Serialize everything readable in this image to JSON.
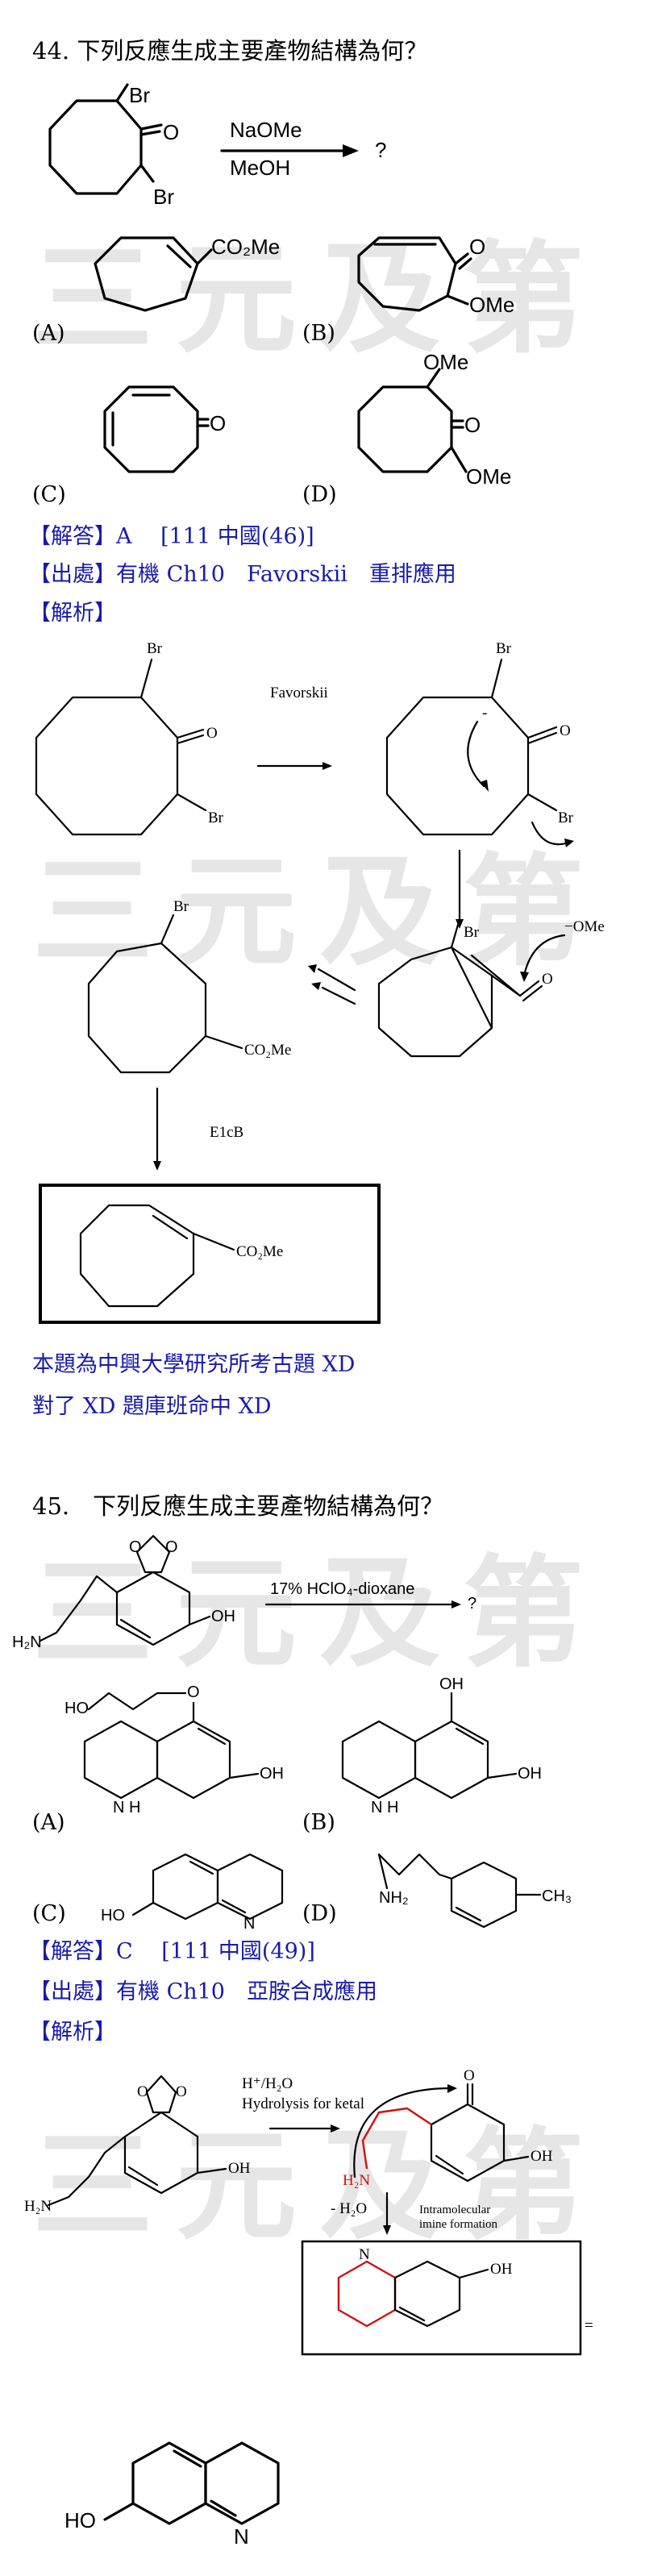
{
  "watermark": "三元及第",
  "q44": {
    "title": "44. 下列反應生成主要產物結構為何？",
    "reagent_top": "NaOMe",
    "reagent_bottom": "MeOH",
    "product_unknown": "?",
    "sub_br1": "Br",
    "sub_o": "O",
    "sub_br2": "Br",
    "optA_label": "(A)",
    "optA_group": "CO₂Me",
    "optB_label": "(B)",
    "optB_o": "O",
    "optB_ome": "OMe",
    "optC_label": "(C)",
    "optC_o": "O",
    "optD_label": "(D)",
    "optD_ome1": "OMe",
    "optD_o": "O",
    "optD_ome2": "OMe",
    "answer": "【解答】A　 [111 中國(46)]",
    "source": "【出處】有機 Ch10　Favorskii　重排應用",
    "analysis": "【解析】",
    "mech_favorskii": "Favorskii",
    "mech_br1": "Br",
    "mech_o1": "O",
    "mech_br2": "Br",
    "mech_br3": "Br",
    "mech_minus": "-",
    "mech_o2": "O",
    "mech_br4": "Br",
    "mech_ome": "−OMe",
    "mech_br5": "Br",
    "mech_o3": "O",
    "mech_br6": "Br",
    "mech_co2me1": "CO₂Me",
    "mech_e1cb": "E1cB",
    "mech_co2me2": "CO₂Me",
    "comment1": "本題為中興大學研究所考古題 XD",
    "comment2": "對了 XD 題庫班命中 XD"
  },
  "q45": {
    "title": "45.　下列反應生成主要產物結構為何？",
    "reagent": "17% HClO₄-dioxane",
    "product_unknown": "?",
    "sub_o1": "O",
    "sub_o2": "O",
    "sub_h2n": "H₂N",
    "sub_oh": "OH",
    "optA_label": "(A)",
    "optA_ho": "HO",
    "optA_o": "O",
    "optA_nh": "N\nH",
    "optA_oh": "OH",
    "optB_label": "(B)",
    "optB_oh1": "OH",
    "optB_nh": "N\nH",
    "optB_oh2": "OH",
    "optC_label": "(C)",
    "optC_ho": "HO",
    "optC_n": "N",
    "optD_label": "(D)",
    "optD_nh2": "NH₂",
    "optD_ch3": "CH₃",
    "answer": "【解答】C　 [111 中國(49)]",
    "source": "【出處】有機 Ch10　亞胺合成應用",
    "analysis": "【解析】",
    "mech_reagent": "H⁺/H₂O",
    "mech_hydrolysis": "Hydrolysis for ketal",
    "mech_o1": "O",
    "mech_o2": "O",
    "mech_h2n": "H₂N",
    "mech_oh": "OH",
    "mech_o3": "O",
    "mech_h2n_red": "H₂N",
    "mech_minus_h2o": "- H₂O",
    "mech_intra": "Intramolecular",
    "mech_imine": "imine formation",
    "mech_oh2": "OH",
    "mech_n": "N",
    "mech_oh3": "OH",
    "equals": "=",
    "final_ho": "HO",
    "final_n": "N"
  }
}
